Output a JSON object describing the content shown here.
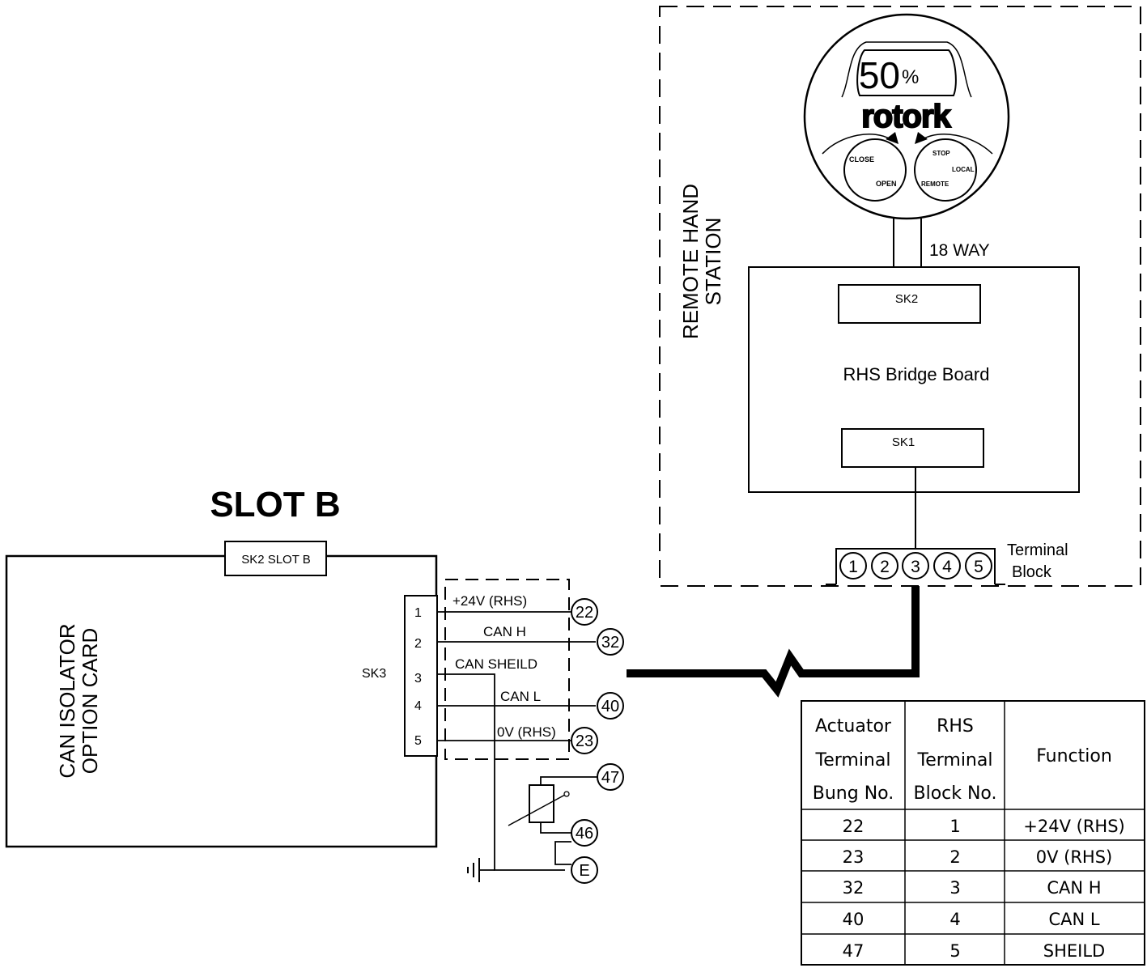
{
  "rhs": {
    "title_line1": "REMOTE HAND",
    "title_line2": "STATION",
    "display_value": "50",
    "display_unit": "%",
    "brand": "rotork",
    "knob_left": {
      "close": "CLOSE",
      "open": "OPEN"
    },
    "knob_right": {
      "stop": "STOP",
      "local": "LOCAL",
      "remote": "REMOTE"
    },
    "cable_label": "18 WAY",
    "bridge_board": "RHS Bridge Board",
    "sk2": "SK2",
    "sk1": "SK1",
    "terminal_block_line1": "Terminal",
    "terminal_block_line2": "Block",
    "terminals": [
      "1",
      "2",
      "3",
      "4",
      "5"
    ]
  },
  "card": {
    "slot_title": "SLOT B",
    "sk2_slot": "SK2 SLOT B",
    "name_line1": "CAN ISOLATOR",
    "name_line2": "OPTION CARD",
    "sk3": "SK3",
    "pins": [
      "1",
      "2",
      "3",
      "4",
      "5"
    ],
    "signals": [
      "+24V (RHS)",
      "CAN H",
      "CAN SHEILD",
      "CAN L",
      "0V (RHS)"
    ],
    "bungs": [
      "22",
      "32",
      "40",
      "23",
      "47",
      "46",
      "E"
    ]
  },
  "table": {
    "headers": [
      [
        "Actuator",
        "Terminal",
        "Bung No."
      ],
      [
        "RHS",
        "Terminal",
        "Block No."
      ],
      [
        "Function"
      ]
    ],
    "rows": [
      [
        "22",
        "1",
        "+24V (RHS)"
      ],
      [
        "23",
        "2",
        "0V (RHS)"
      ],
      [
        "32",
        "3",
        "CAN H"
      ],
      [
        "40",
        "4",
        "CAN L"
      ],
      [
        "47",
        "5",
        "SHEILD"
      ]
    ]
  }
}
